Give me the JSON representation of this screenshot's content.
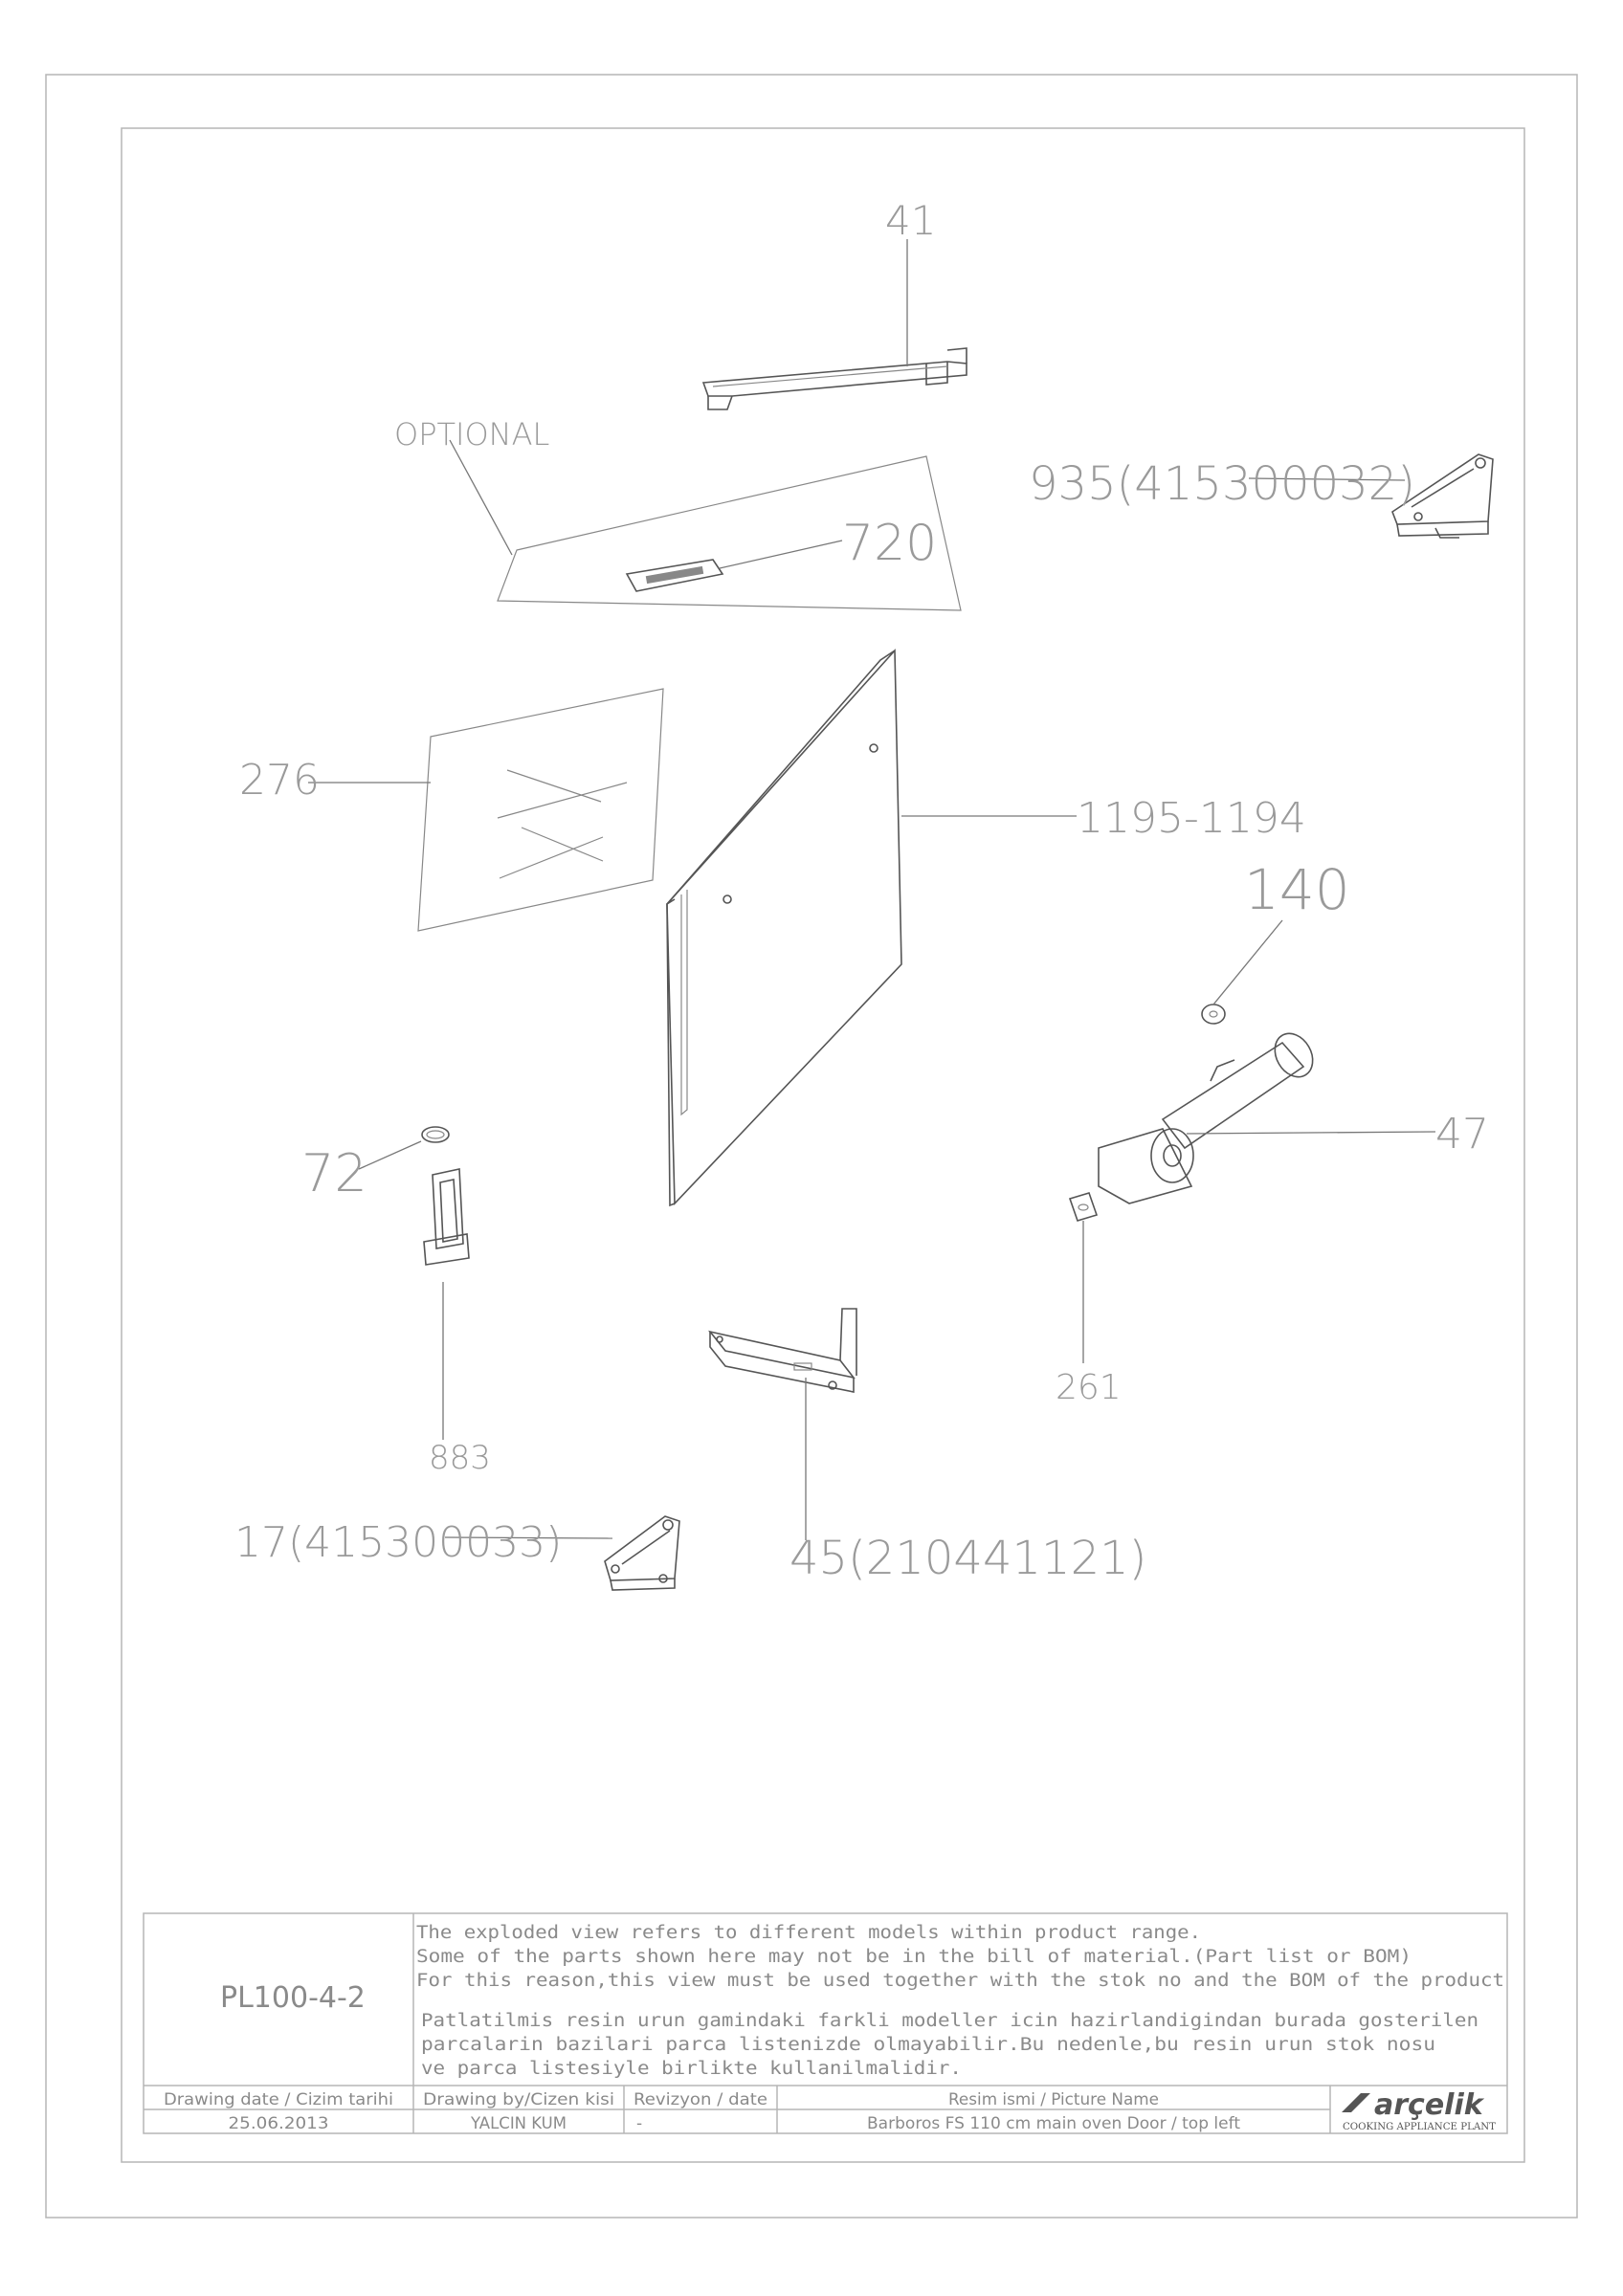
{
  "callouts": {
    "c41": "41",
    "optional": "OPTIONAL",
    "c935": "935(415300032)",
    "c720": "720",
    "c276": "276",
    "c1195": "1195-1194",
    "c140": "140",
    "c47": "47",
    "c72": "72",
    "c261": "261",
    "c883": "883",
    "c17": "17(415300033)",
    "c45": "45(210441121)"
  },
  "title_block": {
    "drawing_no": "PL100-4-2",
    "note_en": [
      "The exploded view refers to different models within product range.",
      "Some of the parts shown here may not be in the bill of material.(Part list or BOM)",
      "For this reason,this view must be used together with the stok no and the BOM of the product"
    ],
    "note_tr": [
      "Patlatilmis resin urun gamindaki farkli modeller icin hazirlandigindan burada gosterilen",
      "parcalarin bazilari parca listenizde olmayabilir.Bu nedenle,bu resin urun stok nosu",
      "ve parca listesiyle birlikte kullanilmalidir."
    ],
    "headers": {
      "date": "Drawing date / Cizim tarihi",
      "by": "Drawing by/Cizen kisi",
      "rev": "Revizyon / date",
      "picture": "Resim ismi / Picture Name"
    },
    "values": {
      "date": "25.06.2013",
      "by": "YALCIN KUM",
      "rev": "-",
      "picture": "Barboros FS 110 cm main oven Door / top left"
    },
    "brand": "arçelik",
    "brand_sub": "COOKING APPLIANCE PLANT"
  },
  "colors": {
    "frame": "#b5b5b5",
    "line": "#555555",
    "text": "#8a8a8a"
  }
}
